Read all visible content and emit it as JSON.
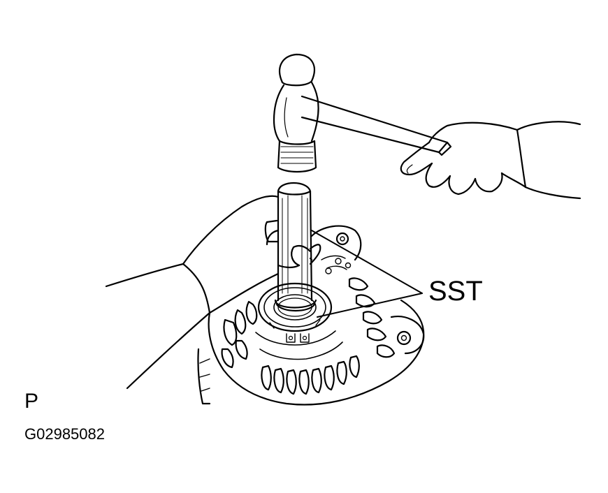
{
  "labels": {
    "sst": "SST",
    "p": "P"
  },
  "figure_id": "G02985082",
  "colors": {
    "line": "#000000",
    "background": "#ffffff"
  }
}
